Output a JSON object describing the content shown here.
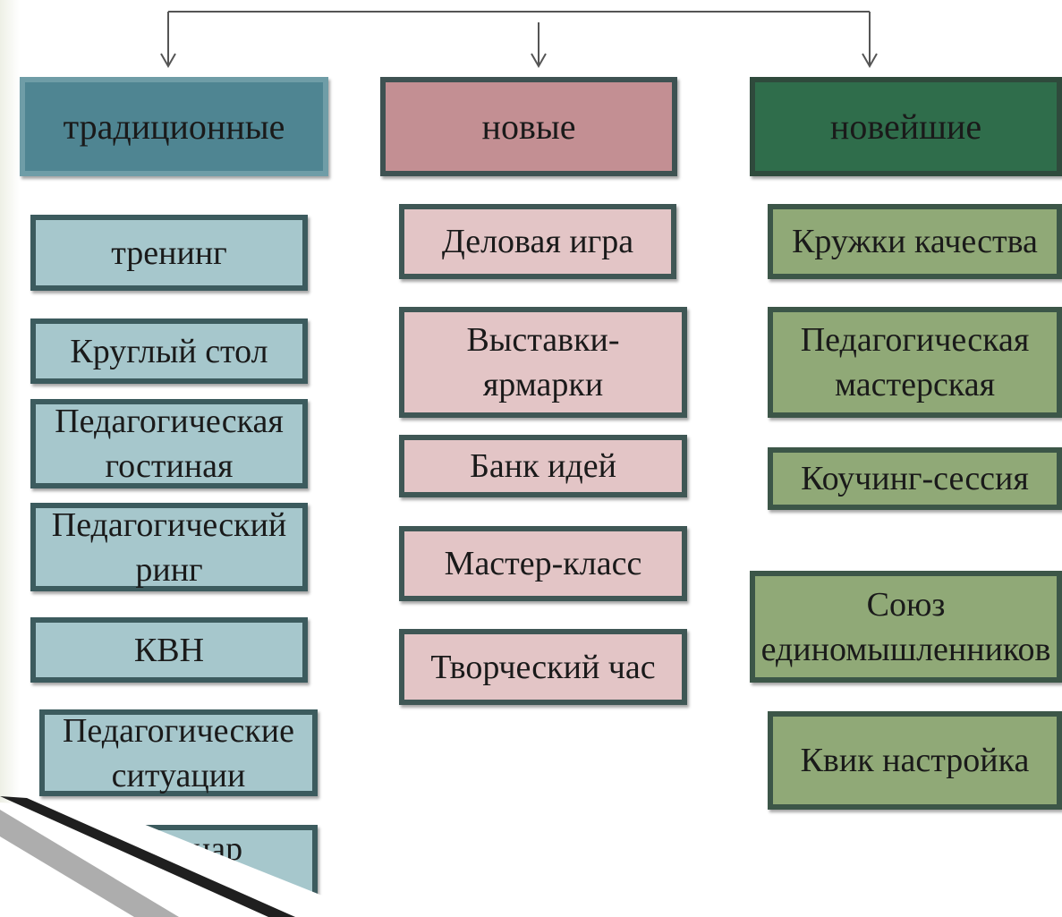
{
  "columns": [
    {
      "header": "традиционные",
      "items": [
        "тренинг",
        "Круглый стол",
        "Педагогическая\nгостиная",
        "Педагогический\nринг",
        "КВН",
        "Педагогические\nситуации",
        "Семинар\nпрактикум"
      ]
    },
    {
      "header": "новые",
      "items": [
        "Деловая игра",
        "Выставки-\nярмарки",
        "Банк идей",
        "Мастер-класс",
        "Творческий час"
      ]
    },
    {
      "header": "новейшие",
      "items": [
        "Кружки качества",
        "Педагогическая\nмастерская",
        "Коучинг-сессия",
        "Союз\nединомышленников",
        "Квик настройка"
      ]
    }
  ],
  "colors": {
    "traditional_header": "#4f8592",
    "traditional_item": "#a6c7cc",
    "new_header": "#c38f93",
    "new_item": "#e3c5c6",
    "newest_header": "#2f6d4b",
    "newest_item": "#90a977",
    "connector": "#555555"
  }
}
